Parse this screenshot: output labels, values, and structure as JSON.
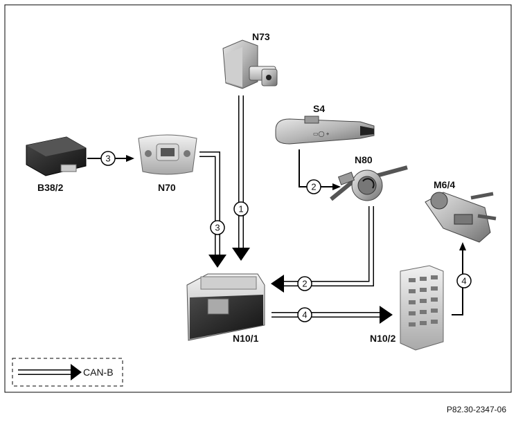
{
  "labels": {
    "n73": "N73",
    "s4": "S4",
    "n80": "N80",
    "b38_2": "B38/2",
    "n70": "N70",
    "m6_4": "M6/4",
    "n10_1": "N10/1",
    "n10_2": "N10/2"
  },
  "connections": {
    "c1": "1",
    "c2": "2",
    "c3a": "3",
    "c3b": "3",
    "c2b": "2",
    "c4a": "4",
    "c4b": "4"
  },
  "legend": {
    "label": "CAN-B"
  },
  "figure_ref": "P82.30-2347-06"
}
